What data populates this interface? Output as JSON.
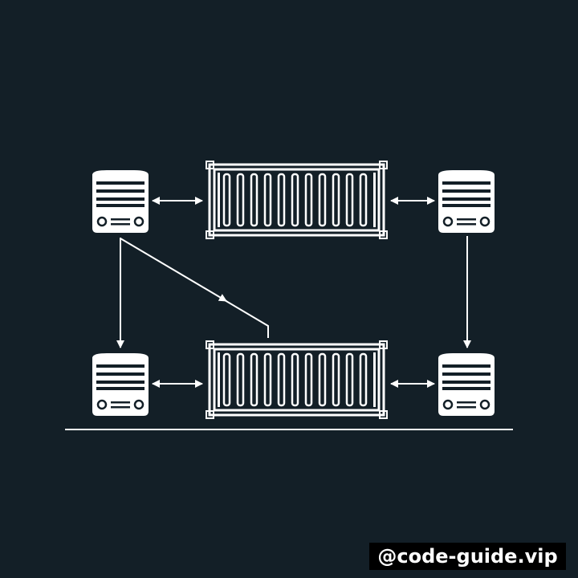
{
  "watermark": {
    "text": "@code-guide.vip"
  },
  "colors": {
    "background": "#131f27",
    "foreground": "#ffffff",
    "watermark_bg": "#000000"
  },
  "nodes": [
    {
      "id": "server-top-left",
      "kind": "server",
      "icon": "server-icon"
    },
    {
      "id": "container-top",
      "kind": "shipping-container",
      "icon": "container-icon"
    },
    {
      "id": "server-top-right",
      "kind": "server",
      "icon": "server-icon"
    },
    {
      "id": "server-bottom-left",
      "kind": "server",
      "icon": "server-icon"
    },
    {
      "id": "container-bottom",
      "kind": "shipping-container",
      "icon": "container-icon"
    },
    {
      "id": "server-bottom-right",
      "kind": "server",
      "icon": "server-icon"
    }
  ],
  "edges": [
    {
      "from": "server-top-left",
      "to": "container-top",
      "direction": "both"
    },
    {
      "from": "container-top",
      "to": "server-top-right",
      "direction": "both"
    },
    {
      "from": "server-bottom-left",
      "to": "container-bottom",
      "direction": "both"
    },
    {
      "from": "container-bottom",
      "to": "server-bottom-right",
      "direction": "both"
    },
    {
      "from": "server-top-left",
      "to": "server-bottom-left",
      "direction": "forward"
    },
    {
      "from": "server-top-right",
      "to": "server-bottom-right",
      "direction": "forward"
    },
    {
      "from": "server-top-left",
      "to": "container-bottom",
      "direction": "forward"
    }
  ]
}
